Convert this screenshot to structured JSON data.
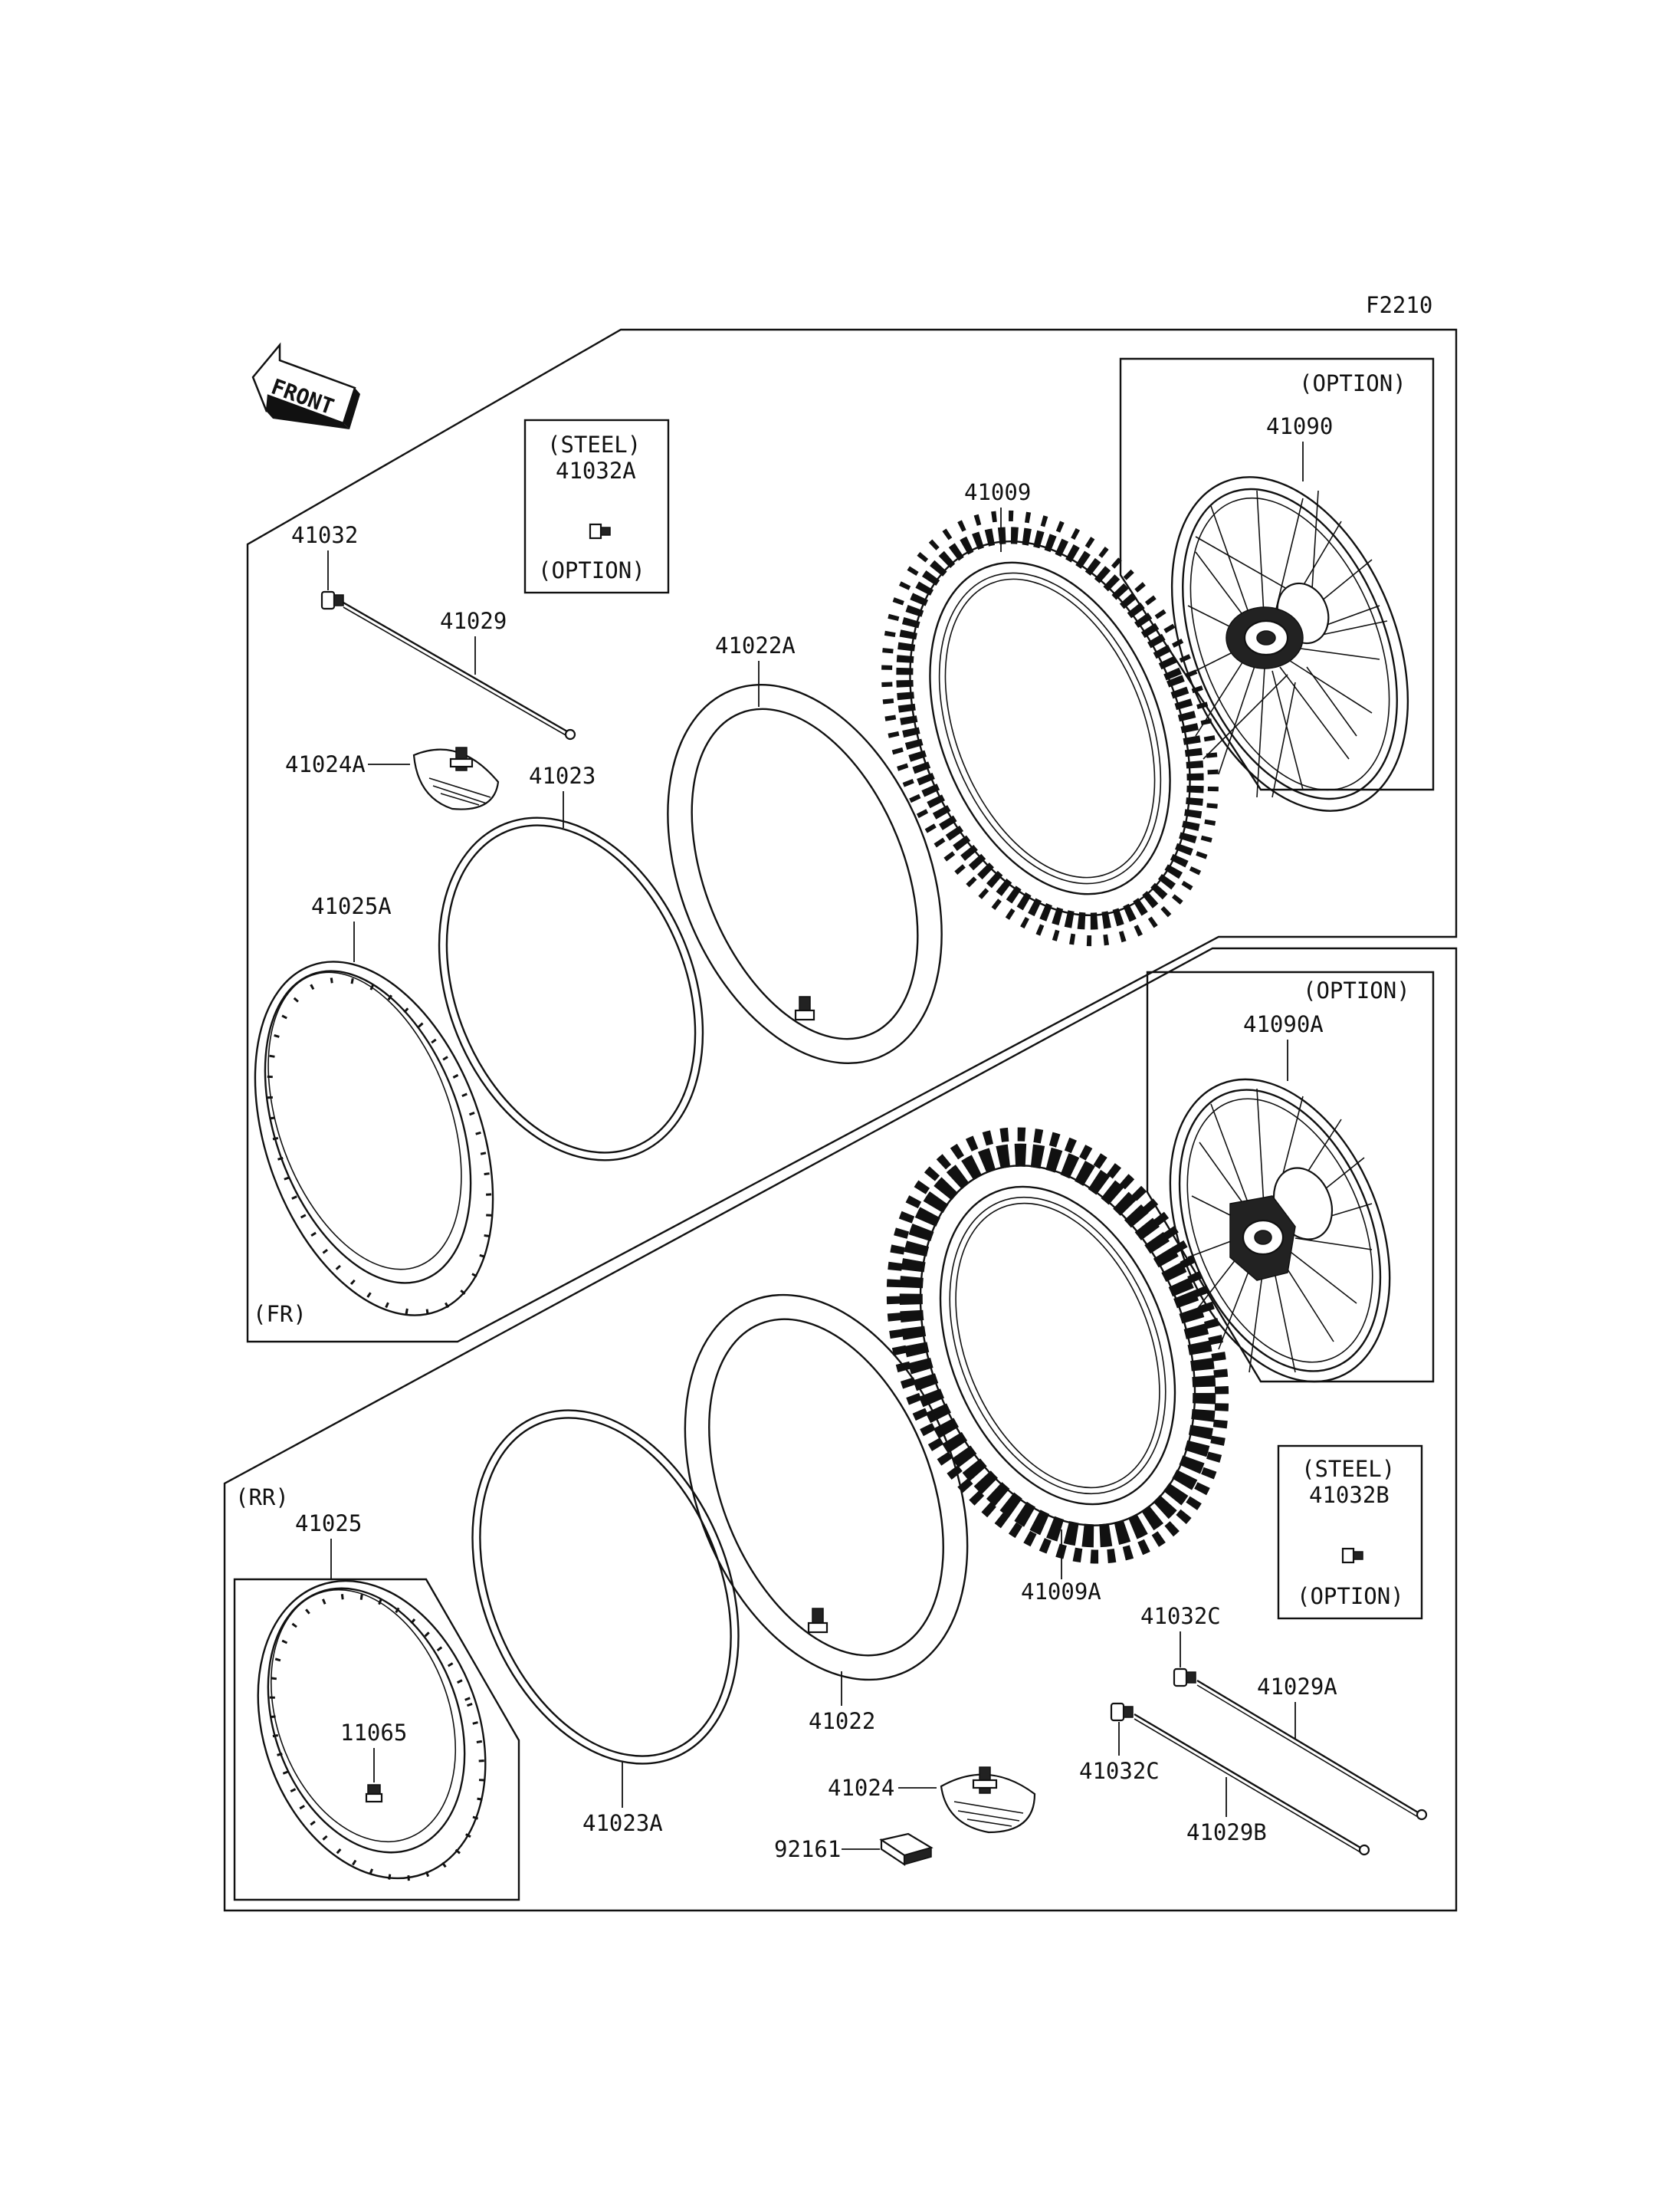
{
  "figure_code": "F2210",
  "front_arrow": {
    "label": "FRONT",
    "icon": "front-direction-arrow-icon"
  },
  "sections": {
    "front": "(FR)",
    "rear": "(RR)"
  },
  "callouts": {
    "steel_a": {
      "top": "(STEEL)",
      "part": "41032A",
      "bottom": "(OPTION)"
    },
    "option_wheel_front": {
      "top": "(OPTION)",
      "part": "41090"
    },
    "option_wheel_rear": {
      "top": "(OPTION)",
      "part": "41090A"
    },
    "steel_b": {
      "top": "(STEEL)",
      "part": "41032B",
      "bottom": "(OPTION)"
    }
  },
  "parts": {
    "p41032": "41032",
    "p41029": "41029",
    "p41024A": "41024A",
    "p41023": "41023",
    "p41022A": "41022A",
    "p41009": "41009",
    "p41025A": "41025A",
    "p41025": "41025",
    "p11065": "11065",
    "p41023A": "41023A",
    "p41022": "41022",
    "p41024": "41024",
    "p92161": "92161",
    "p41009A": "41009A",
    "p41032C_top": "41032C",
    "p41032C_bottom": "41032C",
    "p41029A": "41029A",
    "p41029B": "41029B"
  }
}
